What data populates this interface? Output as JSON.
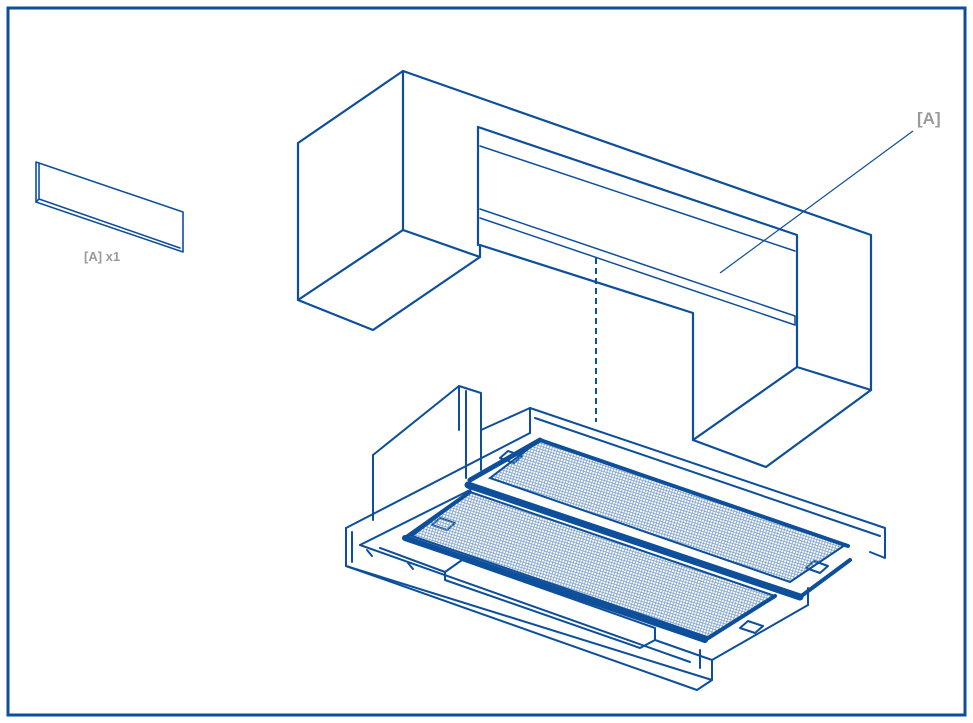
{
  "labels": {
    "part_callout": "[A]",
    "part_quantity": "[A] x1"
  },
  "colors": {
    "line": "#0d4f9a",
    "mesh": "#6b93c2",
    "mesh_fill": "#e3ebf5",
    "label": "#9a9a9a",
    "frame": "#0d4f9a",
    "background": "#ffffff"
  },
  "icons": {
    "loose_part": "filler-strip-icon",
    "cabinet": "wall-cabinet-illustration",
    "hood": "telescopic-hood-illustration"
  }
}
